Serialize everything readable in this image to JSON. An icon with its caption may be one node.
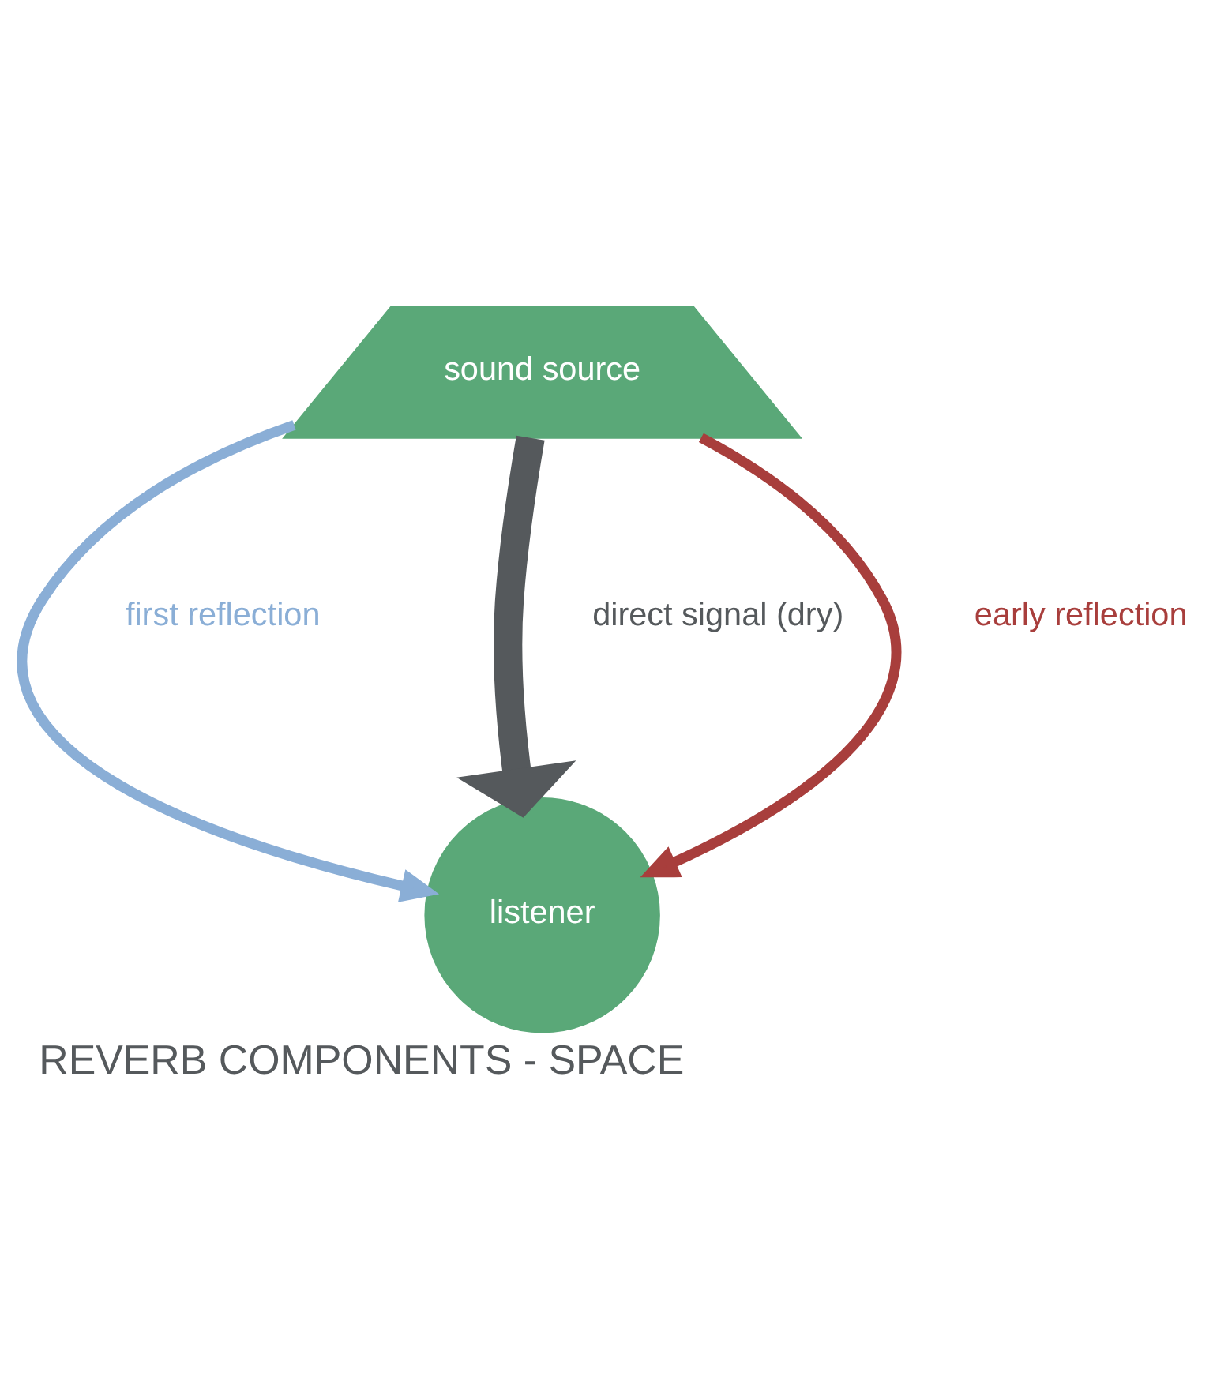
{
  "diagram": {
    "title": "REVERB COMPONENTS - SPACE",
    "nodes": [
      {
        "text": [
          "sound source"
        ]
      },
      {
        "text": [
          "listener"
        ]
      }
    ],
    "edges": [
      {
        "from": 0,
        "to": 1,
        "arrow": "to",
        "label": "first reflection",
        "color": "#8aaed6"
      },
      {
        "from": 0,
        "to": 1,
        "arrow": "to",
        "label": "direct signal (dry)",
        "style": "thick",
        "color": "#55595c"
      },
      {
        "from": 0,
        "to": 1,
        "arrow": "to",
        "label": "early reflection",
        "color": "#a83e3c"
      }
    ]
  }
}
